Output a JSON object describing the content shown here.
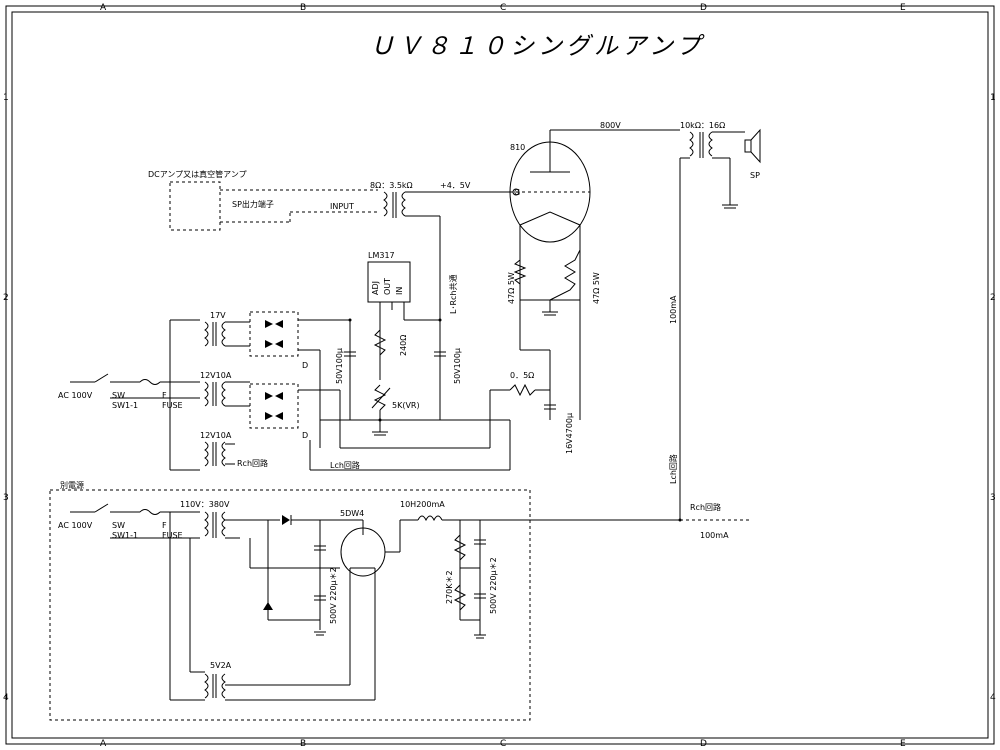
{
  "title": "ＵＶ８１０シングルアンプ",
  "border": {
    "cols": [
      "A",
      "B",
      "C",
      "D",
      "E"
    ],
    "rows": [
      "1",
      "2",
      "3",
      "4"
    ]
  },
  "amp": {
    "dc_amp_box": "DCアンプ又は真空管アンプ",
    "sp_terminal": "SP出力端子",
    "input": "INPUT",
    "input_trans": "8Ω：3.5kΩ",
    "bias_v": "+4．5V",
    "tube": "810",
    "grid": "G",
    "plate_v": "800V",
    "out_trans": "10kΩ：16Ω",
    "sp": "SP",
    "r47_1": "47Ω 5W",
    "r47_2": "47Ω 5W",
    "current": "100mA",
    "lm317": "LM317",
    "lm_pins": [
      "ADJ",
      "OUT",
      "IN"
    ],
    "r240": "240Ω",
    "c_50v_1": "50V100μ",
    "c_50v_2": "50V100μ",
    "lrch": "L･Rch共通",
    "vr": "5K(VR)",
    "r05": "0．5Ω",
    "c_16v": "16V4700μ",
    "t17v": "17V",
    "t12v_1": "12V10A",
    "t12v_2": "12V10A",
    "diode_d1": "D",
    "diode_d2": "D",
    "ac": "AC 100V",
    "sw": "SW",
    "sw_id": "SW1-1",
    "f": "F",
    "fuse": "FUSE",
    "rch": "Rch回路",
    "lch": "Lch回路",
    "lch_v": "Lch回路"
  },
  "psu": {
    "label": "別電源",
    "ac": "AC 100V",
    "sw": "SW",
    "sw_id": "SW1-1",
    "f": "F",
    "fuse": "FUSE",
    "trans": "110V：380V",
    "rect": "5DW4",
    "choke": "10H200mA",
    "c1": "500V 220μ＊2",
    "r270": "270K＊2",
    "c2": "500V 220μ＊2",
    "heater": "5V2A",
    "rch": "Rch回路",
    "current": "100mA"
  }
}
